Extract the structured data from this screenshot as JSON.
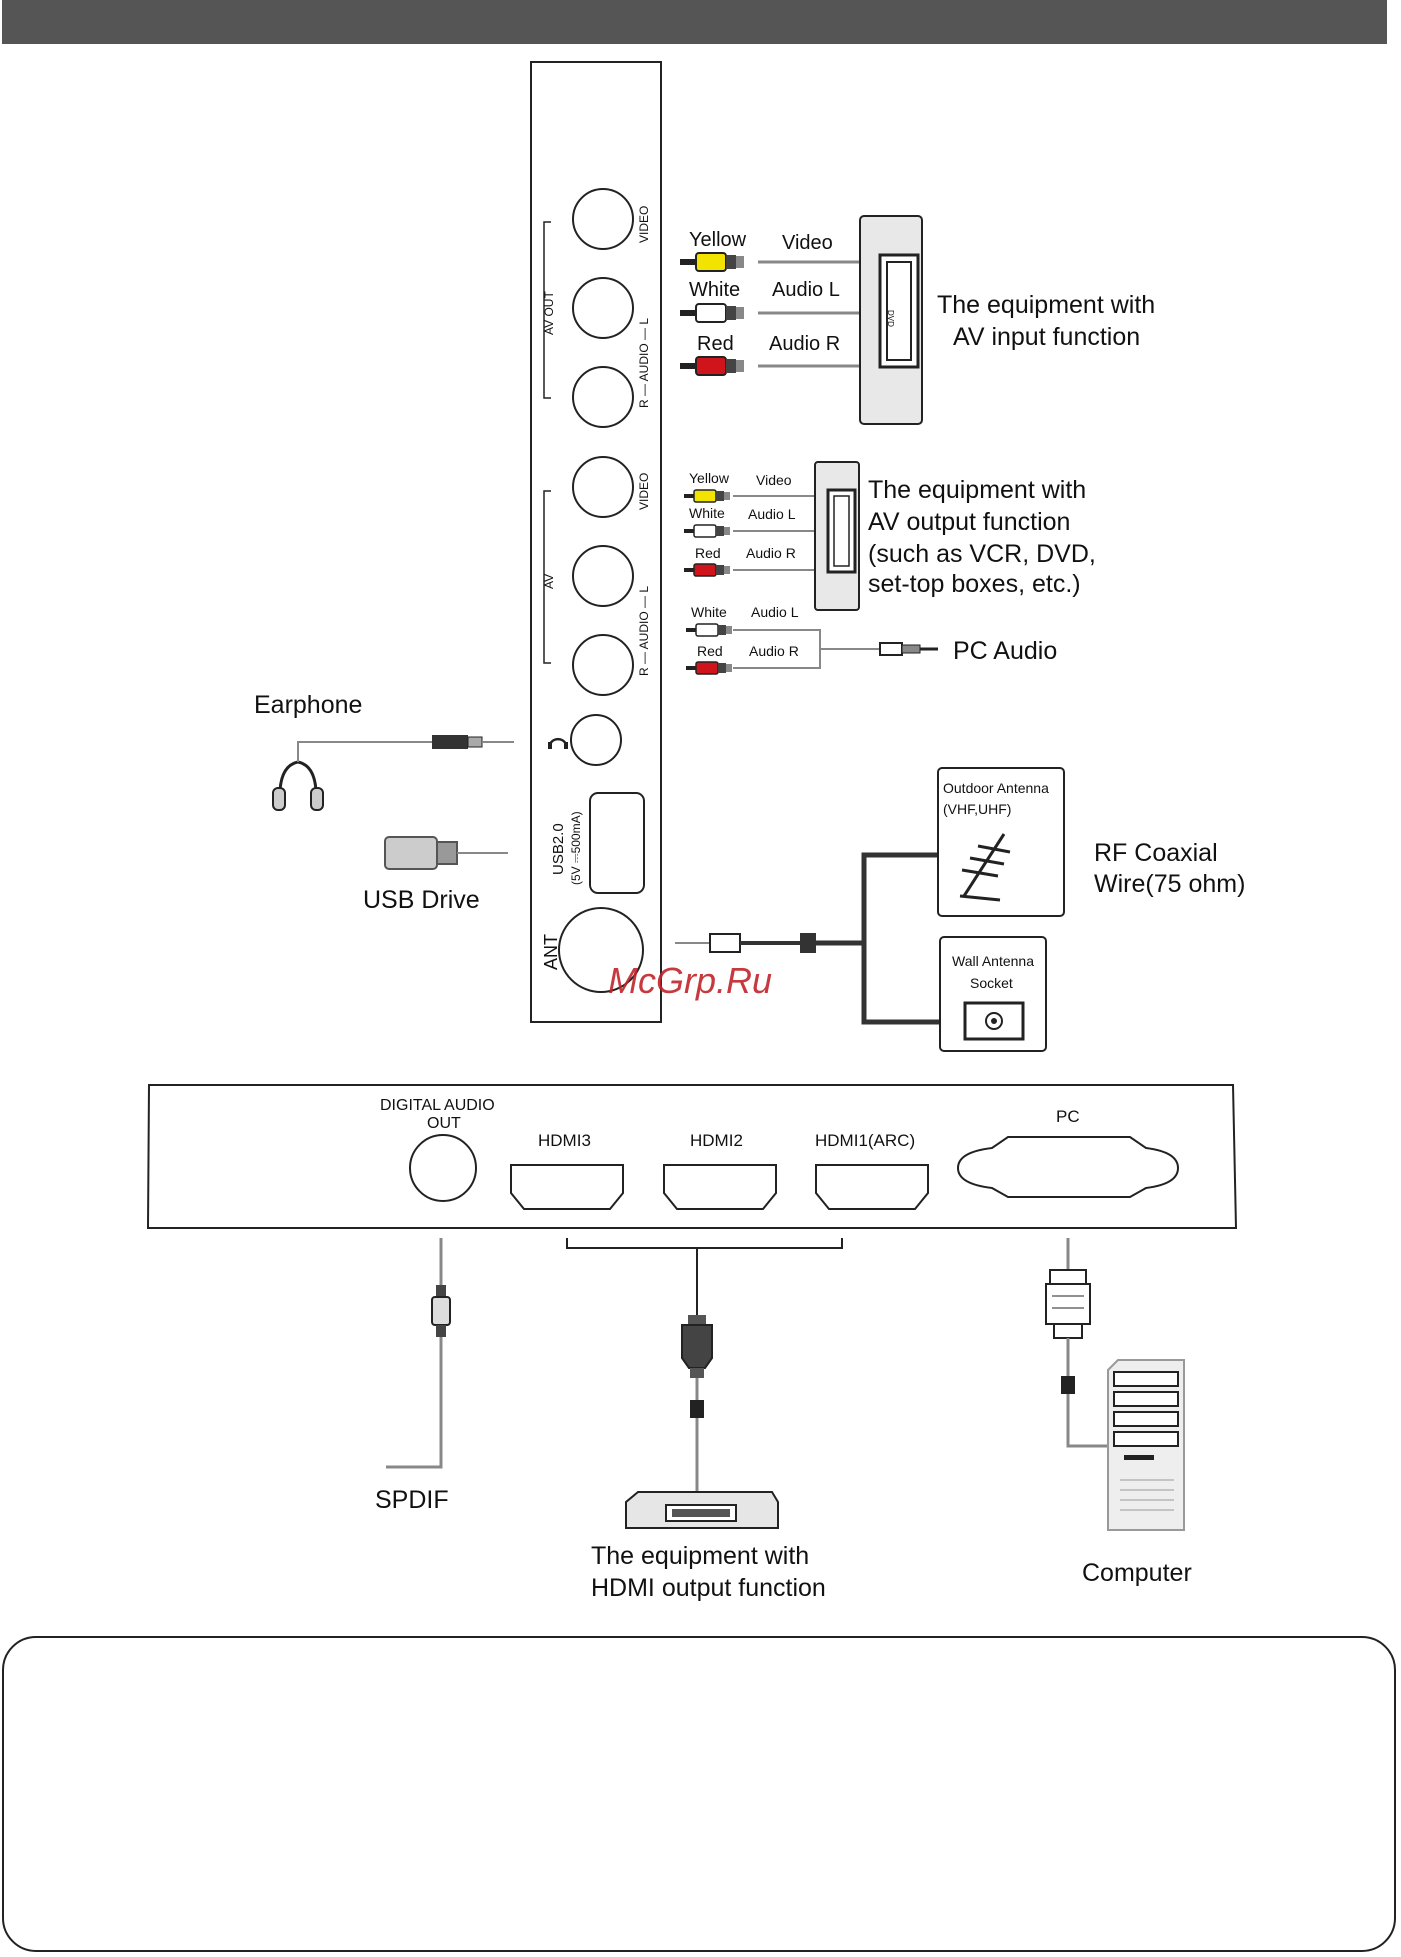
{
  "side_panel": {
    "av_out": "AV OUT",
    "av": "AV",
    "video": "VIDEO",
    "audio_l": "R — AUDIO — L",
    "usb": "USB2.0",
    "usb_rating": "(5V ⎓500mA)",
    "ant": "ANT"
  },
  "cables": {
    "yellow": "Yellow",
    "white": "White",
    "red": "Red",
    "video": "Video",
    "audio_l": "Audio L",
    "audio_r": "Audio R"
  },
  "labels": {
    "av_input_1": "The equipment with",
    "av_input_2": "AV input function",
    "av_output_1": "The equipment with",
    "av_output_2": "AV output function",
    "av_output_3": "(such as VCR, DVD,",
    "av_output_4": "set-top boxes, etc.)",
    "pc_audio": "PC Audio",
    "earphone": "Earphone",
    "usb_drive": "USB Drive",
    "outdoor_antenna": "Outdoor Antenna",
    "vhf_uhf": "(VHF,UHF)",
    "wall_antenna": "Wall Antenna",
    "socket": "Socket",
    "rf_coaxial_1": "RF Coaxial",
    "rf_coaxial_2": "Wire(75 ohm)",
    "watermark": "McGrp.Ru",
    "dvd": "DVD"
  },
  "bottom_panel": {
    "digital_audio_1": "DIGITAL AUDIO",
    "digital_audio_2": "OUT",
    "hdmi3": "HDMI3",
    "hdmi2": "HDMI2",
    "hdmi1": "HDMI1(ARC)",
    "pc": "PC"
  },
  "bottom_labels": {
    "spdif": "SPDIF",
    "hdmi_equipment_1": "The equipment with",
    "hdmi_equipment_2": "HDMI output function",
    "computer": "Computer"
  },
  "colors": {
    "yellow_plug": "#f2e400",
    "red_plug": "#d0141c",
    "watermark": "#c0242b",
    "header_bar": "#555555"
  }
}
